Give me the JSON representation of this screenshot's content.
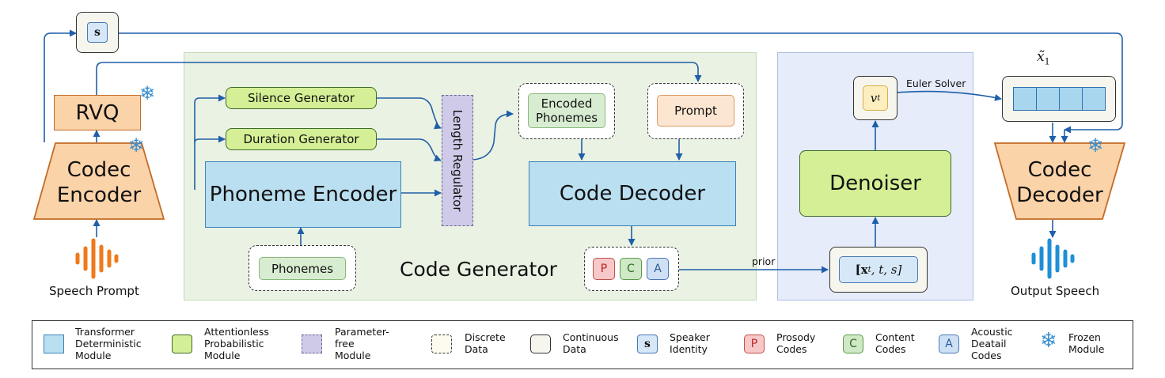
{
  "regions": {
    "code_generator_label": "Code Generator"
  },
  "modules": {
    "rvq": "RVQ",
    "codec_encoder": "Codec\nEncoder",
    "codec_decoder": "Codec\nDecoder",
    "silence_generator": "Silence Generator",
    "duration_generator": "Duration Generator",
    "phoneme_encoder": "Phoneme Encoder",
    "length_regulator": "Length Regulator",
    "code_decoder": "Code Decoder",
    "denoiser": "Denoiser"
  },
  "data_nodes": {
    "speaker": "s",
    "encoded_phonemes": "Encoded\nPhonemes",
    "prompt": "Prompt",
    "phonemes": "Phonemes",
    "code_p": "P",
    "code_c": "C",
    "code_a": "A",
    "vt": "v",
    "vt_sub": "t",
    "noisy_input": "[x",
    "noisy_input_rest": ", t, s]",
    "noisy_input_sub": "t",
    "x_tilde": "x̃",
    "x_tilde_sub": "1"
  },
  "edge_labels": {
    "euler_solver": "Euler Solver",
    "prior": "prior"
  },
  "io": {
    "speech_prompt": "Speech Prompt",
    "output_speech": "Output Speech"
  },
  "legend": [
    {
      "label": "Transformer\nDeterministic\nModule"
    },
    {
      "label": "Attentionless\nProbabilistic\nModule"
    },
    {
      "label": "Parameter-\nfree\nModule"
    },
    {
      "label": "Discrete\nData"
    },
    {
      "label": "Continuous\nData"
    },
    {
      "label": "Speaker\nIdentity",
      "symbol": "s"
    },
    {
      "label": "Prosody\nCodes",
      "symbol": "P"
    },
    {
      "label": "Content\nCodes",
      "symbol": "C"
    },
    {
      "label": "Acoustic\nDeatail\nCodes",
      "symbol": "A"
    },
    {
      "label": "Frozen\nModule"
    }
  ],
  "colors": {
    "transformer_module": "#b9dff1",
    "attentionless_module": "#d4ef95",
    "parameter_free_module": "#cfcae8",
    "codec_module": "#fbd3a9",
    "speech_prompt_wave": "#f07a1a",
    "output_speech_wave": "#1f8fd6",
    "arrow": "#1f5fa8",
    "snowflake": "#3a8fcf"
  }
}
